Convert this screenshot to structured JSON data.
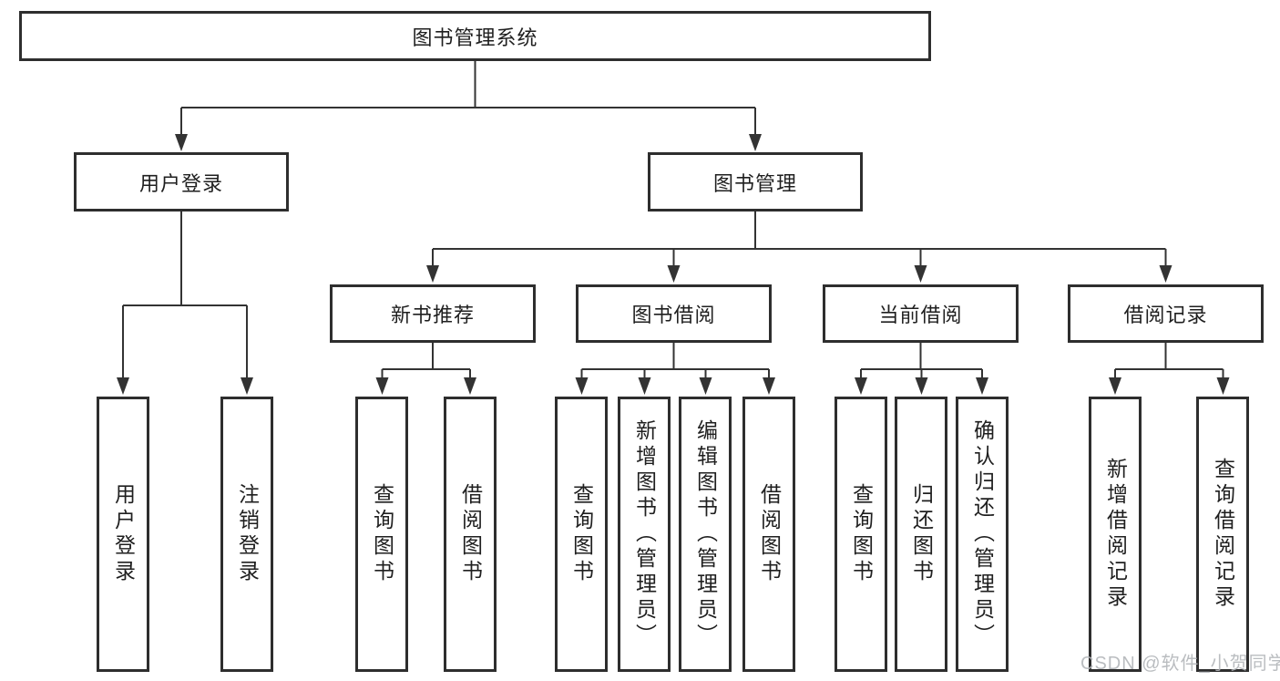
{
  "diagram": {
    "root": "图书管理系统",
    "login": {
      "label": "用户登录",
      "children": [
        "用户登录",
        "注销登录"
      ]
    },
    "mgmt": {
      "label": "图书管理",
      "groups": [
        {
          "label": "新书推荐",
          "children": [
            "查询图书",
            "借阅图书"
          ]
        },
        {
          "label": "图书借阅",
          "children": [
            "查询图书",
            "新增图书（管理员）",
            "编辑图书（管理员）",
            "借阅图书"
          ]
        },
        {
          "label": "当前借阅",
          "children": [
            "查询图书",
            "归还图书",
            "确认归还（管理员）"
          ]
        },
        {
          "label": "借阅记录",
          "children": [
            "新增借阅记录",
            "查询借阅记录"
          ]
        }
      ]
    }
  },
  "watermark": "CSDN @软件_小贺同学",
  "colors": {
    "line": "#333333",
    "box_border": "#2e2e2e",
    "text": "#1f1f1f",
    "watermark_text": "#b3b6ba",
    "background": "#ffffff"
  }
}
